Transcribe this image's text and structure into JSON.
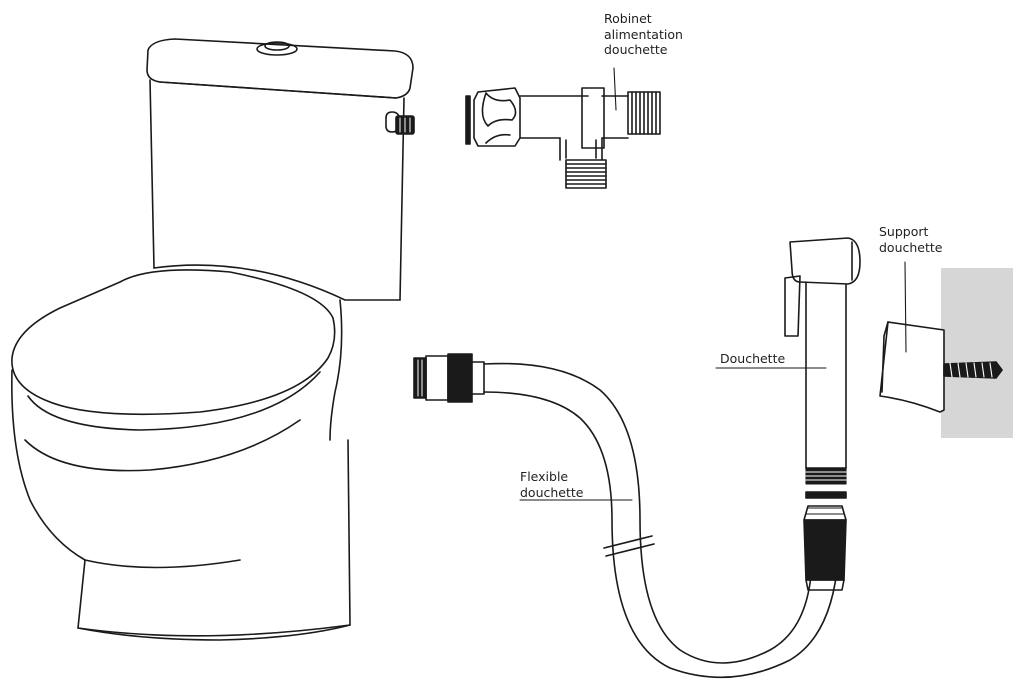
{
  "labels": {
    "robinet": [
      "Robinet",
      "alimentation",
      "douchette"
    ],
    "support": [
      "Support",
      "douchette"
    ],
    "douchette": [
      "Douchette"
    ],
    "flexible": [
      "Flexible",
      "douchette"
    ]
  },
  "colors": {
    "line": "#1a1a1a",
    "wall": "#d6d6d6",
    "background": "#ffffff"
  }
}
